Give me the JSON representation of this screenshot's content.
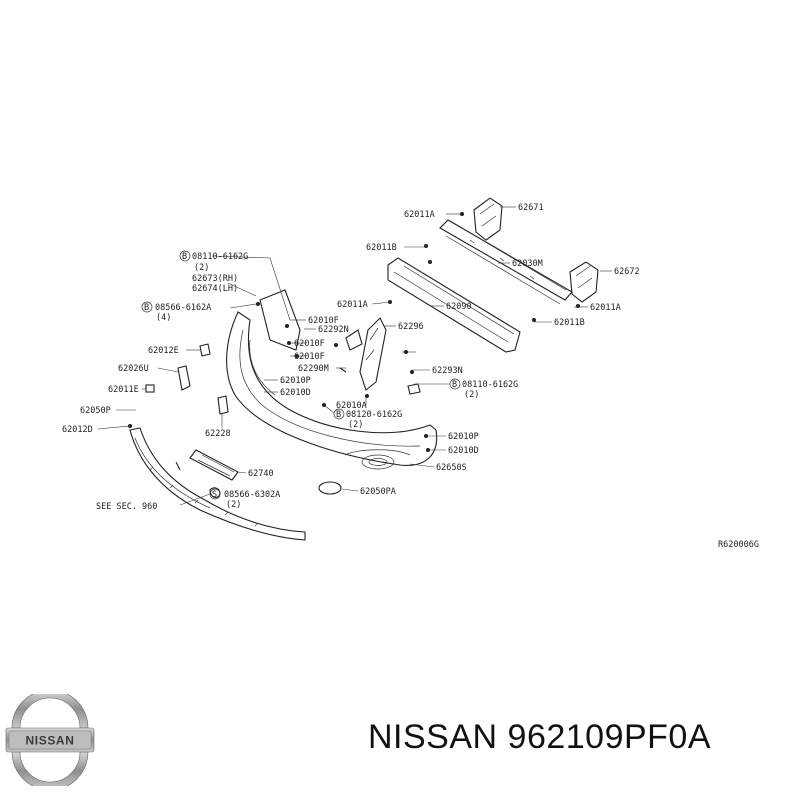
{
  "diagram": {
    "reference_code": "R620006G",
    "see_section": "SEE SEC. 960",
    "callouts": [
      "62011A",
      "62671",
      "62011B",
      "62030M",
      "62672",
      "08110-6162G",
      "(2)",
      "62673(RH)",
      "62674(LH)",
      "62011A",
      "62090",
      "62011A",
      "62011B",
      "08566-6162A",
      "(4)",
      "62010F",
      "62292N",
      "62296",
      "62012E",
      "62010F",
      "62010F",
      "62026U",
      "62290M",
      "62293N",
      "62011E",
      "62010P",
      "62010D",
      "08110-6162G",
      "(2)",
      "62050P",
      "62010A",
      "62012D",
      "62228",
      "08120-6162G",
      "(2)",
      "62010P",
      "62010D",
      "62740",
      "62650S",
      "08566-6302A",
      "(2)",
      "62050PA"
    ]
  },
  "brand": {
    "logo_text": "NISSAN",
    "caption": "NISSAN 962109PF0A"
  },
  "colors": {
    "line": "#222222",
    "background": "#ffffff",
    "logo_chrome": "#9a9a9a"
  }
}
